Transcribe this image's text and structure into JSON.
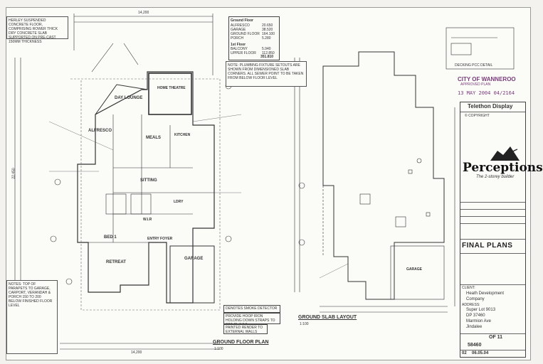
{
  "stamp": {
    "council": "CITY OF WANNEROO",
    "subtitle": "APPROVED PLAN",
    "date": "13 MAY 2004  04/2164"
  },
  "decking_detail": "DECKING PCC DETAIL",
  "title_block": {
    "project": "Telethon Display",
    "copyright": "© COPYRIGHT",
    "brand": "Perceptions",
    "tagline": "The 2-storey builder",
    "sheet_title": "FINAL PLANS",
    "client_label": "CLIENT:",
    "client": "Heath Development Company",
    "address_label": "ADDRESS:",
    "address_lines": [
      "Super Lot 9013",
      "DP 37460",
      "Marmion Ave",
      "Jindalee"
    ],
    "sheet_of": "OF 11",
    "job_no": "58460",
    "revision": "02",
    "rev_date": "06.05.04"
  },
  "rooms": {
    "home_theatre": "HOME THEATRE",
    "day_lounge": "DAY LOUNGE",
    "alfresco": "ALFRESCO",
    "meals": "MEALS",
    "kitchen": "KITCHEN",
    "sitting": "SITTING",
    "bed1": "BED 1",
    "wir": "W.I.R",
    "retreat": "RETREAT",
    "entry_foyer": "ENTRY FOYER",
    "garage": "GARAGE",
    "garage_slab": "GARAGE",
    "ldry": "LDRY"
  },
  "dims": {
    "top_overall": "14,200",
    "bottom_overall": "14,200",
    "left_overall": "22,450"
  },
  "labels": {
    "ground_floor_plan": "GROUND FLOOR PLAN",
    "ground_floor_scale": "1:100",
    "ground_slab_layout": "GROUND SLAB LAYOUT",
    "ground_slab_scale": "1:100",
    "smoke_detector": "DENOTES SMOKE DETECTOR",
    "hoop_iron": "PROVIDE HOOP IRON HOLDING DOWN STRAPS TO SCA CL.3.3.3",
    "painted_render": "PAINTED RENDER TO EXTERNAL WALLS"
  },
  "area_table": {
    "heading": "Ground Floor",
    "rows": [
      [
        "ALFRESCO",
        "20.650"
      ],
      [
        "GARAGE",
        "38.520"
      ],
      [
        "GROUND FLOOR",
        "164.100"
      ],
      [
        "PORCH",
        "5.280"
      ]
    ],
    "first_heading": "1st Floor",
    "first_rows": [
      [
        "BALCONY",
        "5.940"
      ],
      [
        "UPPER FLOOR",
        "112.850"
      ]
    ],
    "total": "351.810"
  },
  "notes_left": "HERLEY SUSPENDED CONCRETE FLOOR, COMPRISING ROWER THICK DRY CONCRETE SLAB SUPPORTED ON PRE-CAST 150MM THICKNESS",
  "notes_bottom": "NOTES: TOP OF PARAPETS TO GARAGE, CARPORT, VERANDAH & PORCH 150 TO 200 BELOW FINISHED FLOOR LEVEL",
  "notes_slab": "NOTE: PLUMBING FIXTURE SETOUTS ARE SHOWN FROM DIMENSIONED SLAB CORNERS. ALL SEWER POINT TO BE TAKEN FROM BELOW FLOOR LEVEL"
}
